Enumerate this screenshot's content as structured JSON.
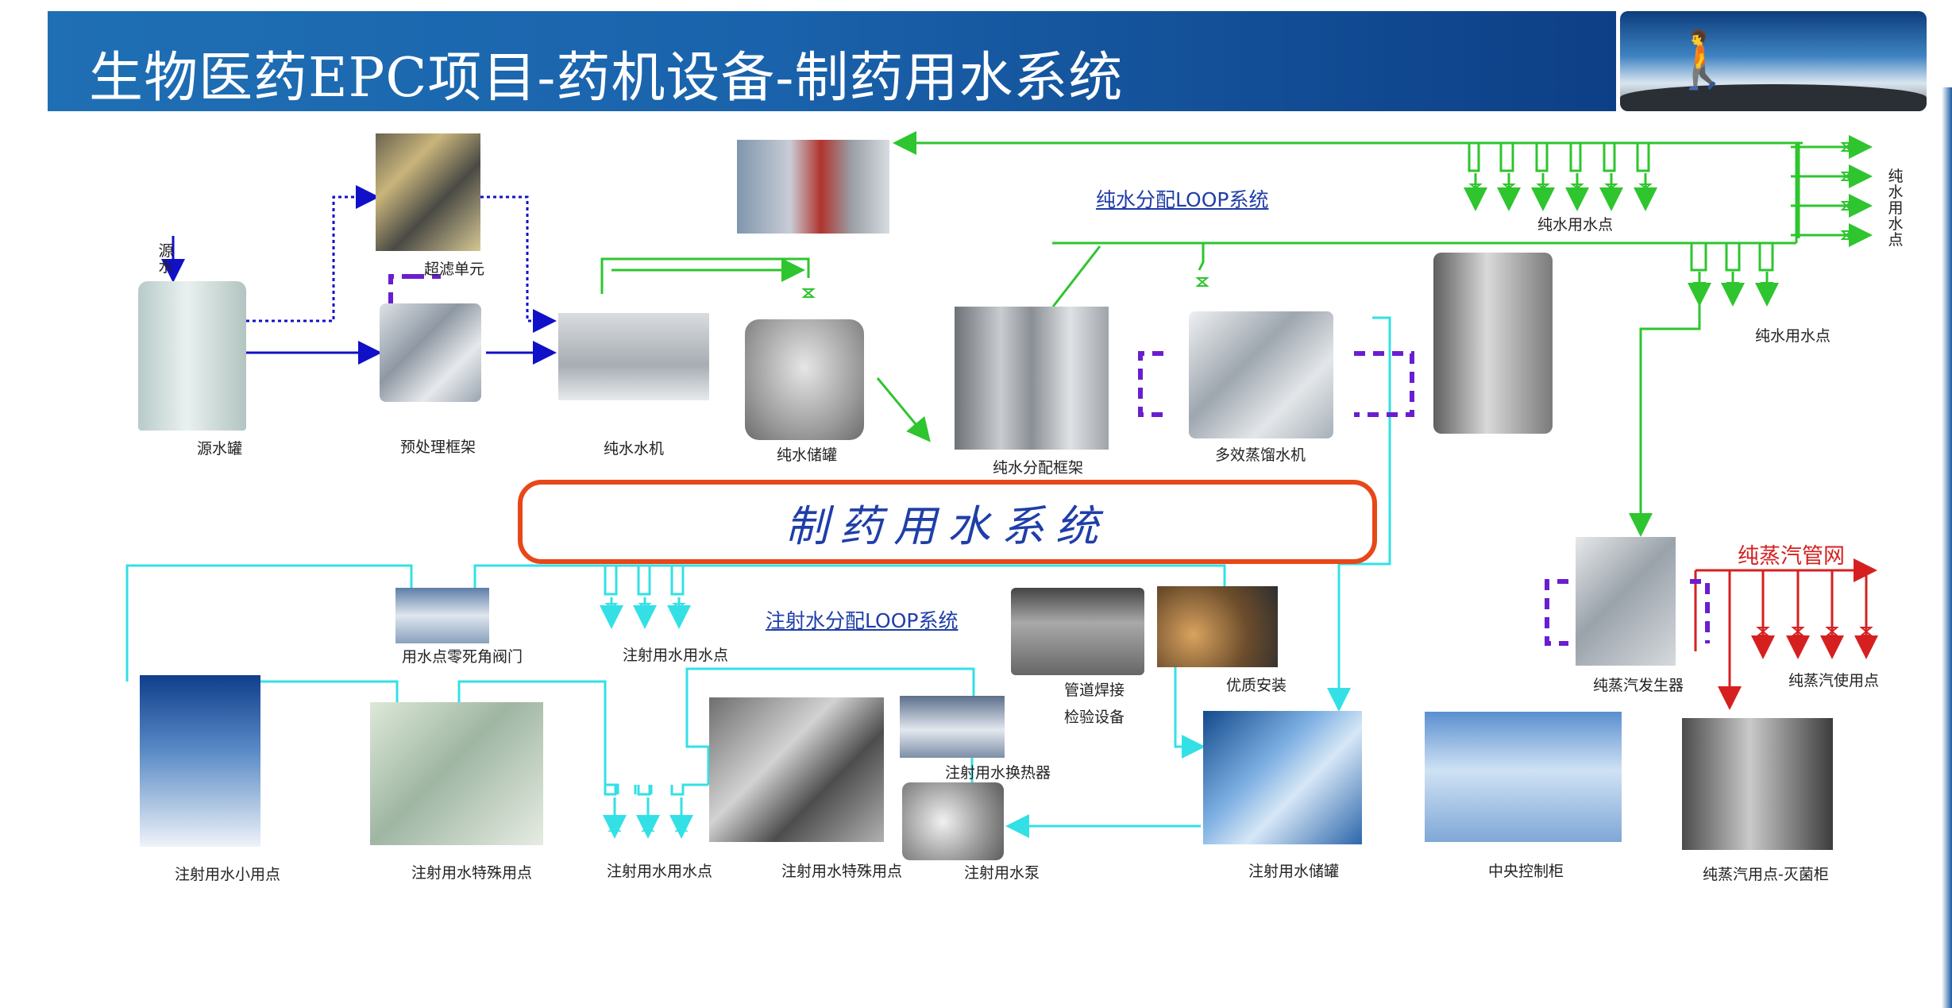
{
  "header": {
    "title": "生物医药EPC项目-药机设备-制药用水系统"
  },
  "center_title": "制药用水系统",
  "loops": {
    "pure": "纯水分配LOOP系统",
    "wfi": "注射水分配LOOP系统",
    "steam": "纯蒸汽管网"
  },
  "labels": {
    "source_water": "源水",
    "ultrafilter": "超滤单元",
    "source_tank": "源水罐",
    "pretreat": "预处理框架",
    "pure_machine": "纯水水机",
    "pure_tank": "纯水储罐",
    "pure_dist_frame": "纯水分配框架",
    "distiller": "多效蒸馏水机",
    "pure_points_top": "纯水用水点",
    "pure_points_side": "纯水用水点",
    "pure_points_right": "纯水用水点",
    "pure_steam_gen": "纯蒸汽发生器",
    "pure_steam_points": "纯蒸汽使用点",
    "zero_dead_valve": "用水点零死角阀门",
    "wfi_points_top": "注射用水用水点",
    "weld_inspect_1": "管道焊接",
    "weld_inspect_2": "检验设备",
    "quality_install": "优质安装",
    "wfi_small": "注射用水小用点",
    "wfi_special_1": "注射用水特殊用点",
    "wfi_points_bottom": "注射用水用水点",
    "wfi_special_2": "注射用水特殊用点",
    "wfi_heat_exchanger": "注射用水换热器",
    "wfi_pump": "注射用水泵",
    "wfi_tank": "注射用水储罐",
    "central_control": "中央控制柜",
    "sterilizer": "纯蒸汽用点-灭菌柜"
  },
  "colors": {
    "banner": "#1a63ac",
    "pure_line": "#2ec52e",
    "wfi_line": "#33e0e6",
    "steam_line": "#d62020",
    "feed_line": "#1010c8",
    "accent": "#e84718",
    "link": "#1f3ea8"
  },
  "icons": {
    "hiker": "hiker-icon",
    "valve": "valve-icon",
    "arrow": "arrow-icon"
  }
}
